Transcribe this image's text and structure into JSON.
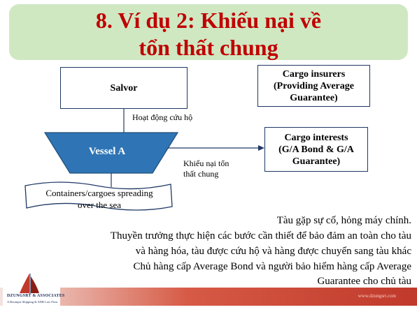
{
  "title": {
    "line1": "8. Ví dụ 2: Khiếu nại về",
    "line2": "tổn thất chung"
  },
  "diagram": {
    "salvor": "Salvor",
    "cargo_insurers": [
      "Cargo insurers",
      "(Providing Average",
      "Guarantee)"
    ],
    "salvage_label": "Hoạt động cứu hộ",
    "vessel": "Vessel A",
    "cargo_interests": [
      "Cargo interests",
      "(G/A Bond & G/A",
      "Guarantee)"
    ],
    "claim_label": [
      "Khiếu nại tổn",
      "thất chung"
    ],
    "containers": [
      "Containers/cargoes spreading",
      "over the sea"
    ]
  },
  "body_lines": [
    "Tàu gặp sự cố, hỏng máy chính.",
    "Thuyền trưởng thực hiện các bước cần thiết để bảo đảm an toàn cho tàu",
    "và hàng hóa, tàu được cứu hộ và hàng được chuyển sang tàu khác",
    "Chủ hàng cấp Average Bond  và người bảo hiểm hàng cấp  Average",
    "Guarantee cho chủ tàu"
  ],
  "footer": {
    "logo_name": "DZUNGSRT & ASSOCIATES",
    "logo_tagline": "A Boutique Shipping & ADR Law Firm",
    "url": "www.dzungsrt.com"
  },
  "colors": {
    "title_text": "#c00000",
    "title_background": "#cfe8c2",
    "vessel_fill": "#2f75b5",
    "box_border": "#1f3864",
    "footer_bar": "#c0392b"
  }
}
